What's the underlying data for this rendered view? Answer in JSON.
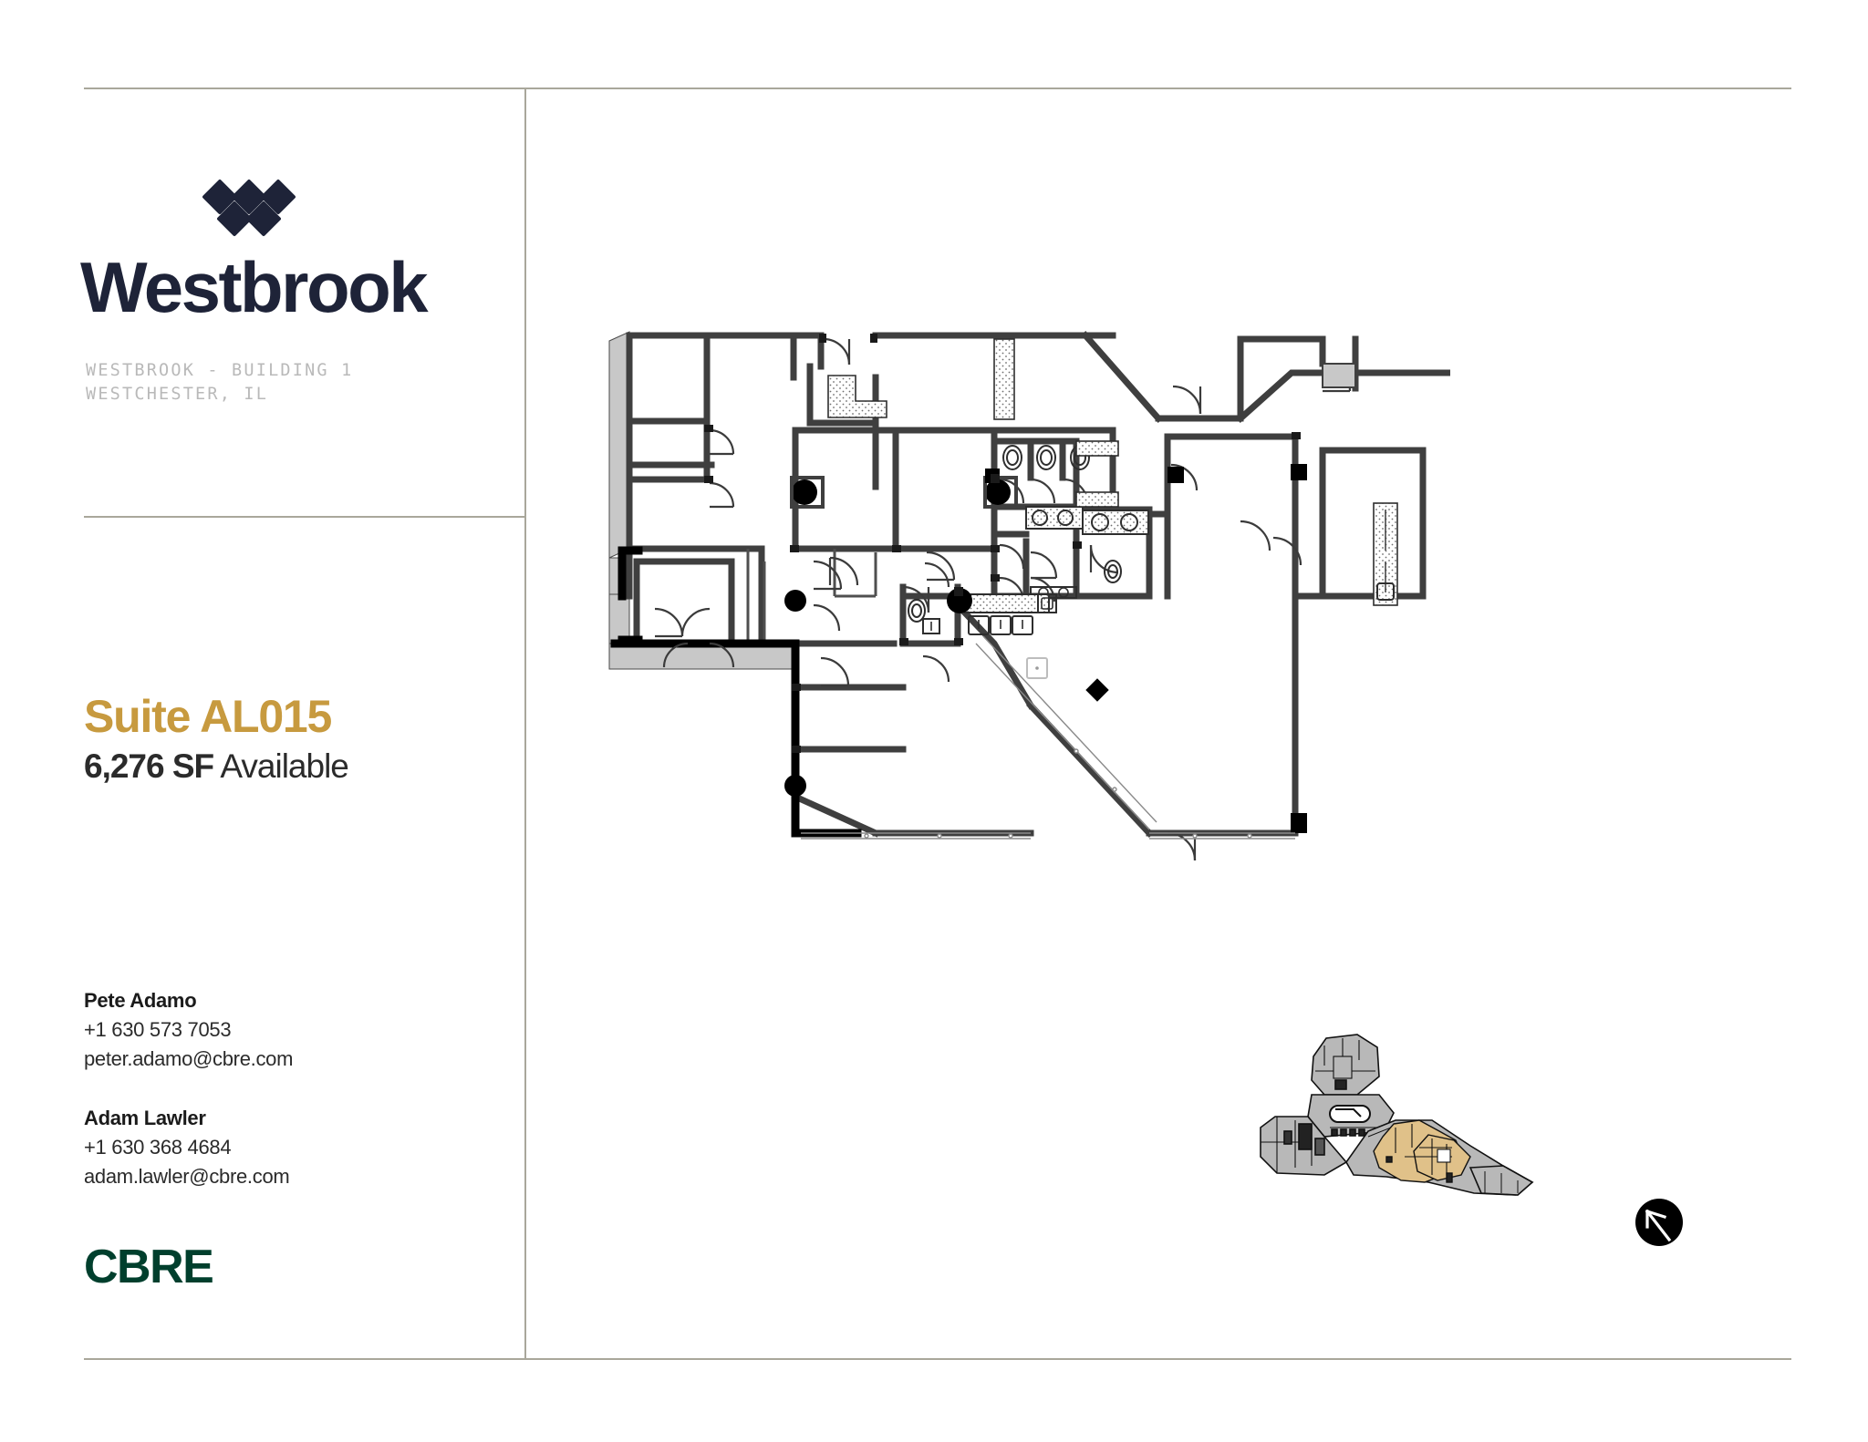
{
  "document": {
    "type": "floor-plan-flyer",
    "background_color": "#ffffff",
    "rule_color": "#a9a79b"
  },
  "brand": {
    "logo_name": "Westbrook",
    "logo_wordmark": "Westbrook",
    "logo_color": "#1e2338",
    "diamond_count": 5,
    "address_line_1": "WESTBROOK - BUILDING 1",
    "address_line_2": "WESTCHESTER, IL",
    "address_color": "#b9b9b9"
  },
  "listing": {
    "suite_label": "Suite AL015",
    "suite_color": "#c79a3f",
    "size": "6,276 SF",
    "availability": " Available",
    "size_color": "#2b2b2b"
  },
  "contacts": [
    {
      "name": "Pete Adamo",
      "phone": "+1 630 573 7053",
      "email": "peter.adamo@cbre.com"
    },
    {
      "name": "Adam Lawler",
      "phone": "+1 630 368 4684",
      "email": "adam.lawler@cbre.com"
    }
  ],
  "agency": {
    "name": "CBRE",
    "color": "#003f2d"
  },
  "floorplan": {
    "title": "suite-floor-plan",
    "wall_color": "#3f3f3f",
    "exterior_fill": "#c8c8c8",
    "column_color": "#000000",
    "hatch_color": "#9a9a9a",
    "description": "Suite AL015 tenant floor plan with private offices, restrooms, kitchenette and open area"
  },
  "keyplan": {
    "title": "building-key-plan",
    "building_fill": "#b8b8b8",
    "highlight_fill": "#e0c189",
    "outline_color": "#111111",
    "description": "Y-shaped building footprint with the subject suite highlighted in gold"
  },
  "north_arrow": {
    "label": "north-arrow",
    "circle_color": "#000000",
    "arrow_color": "#ffffff"
  }
}
